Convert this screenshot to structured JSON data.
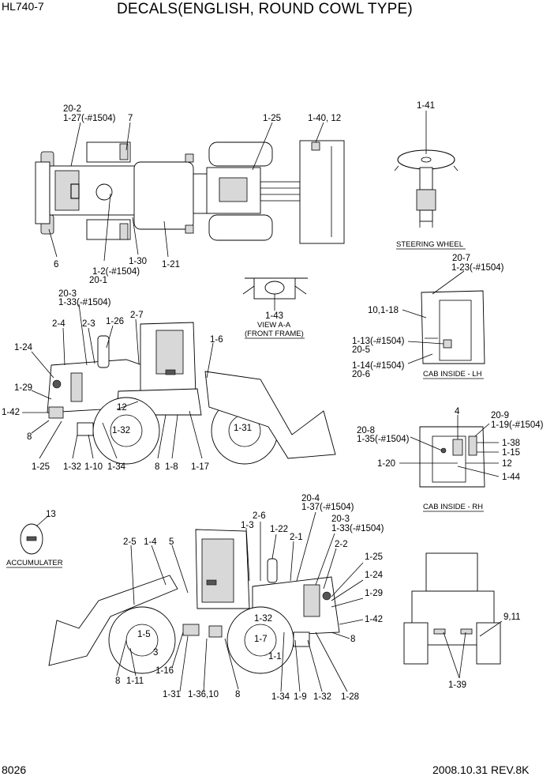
{
  "header": {
    "model": "HL740-7",
    "title": "DECALS(ENGLISH, ROUND COWL TYPE)"
  },
  "footer": {
    "page_number": "8026",
    "date_rev": "2008.10.31  REV.8K"
  },
  "captions": {
    "steering_wheel": "STEERING WHEEL",
    "view_aa_1": "VIEW A-A",
    "view_aa_2": "(FRONT FRAME)",
    "cab_lh": "CAB INSIDE - LH",
    "cab_rh": "CAB INSIDE - RH",
    "accumulater": "ACCUMULATER"
  },
  "callouts": {
    "top": [
      "20-2",
      "1-27(-#1504)",
      "7",
      "1-25",
      "1-40, 12",
      "6",
      "1-2(-#1504)",
      "20-1",
      "1-30",
      "1-21",
      "1-41"
    ],
    "view": [
      "1-43"
    ],
    "lh_side": [
      "20-3",
      "1-33(-#1504)",
      "2-4",
      "2-3",
      "1-26",
      "2-7",
      "1-6",
      "1-24",
      "1-29",
      "1-42",
      "12",
      "8",
      "1-32",
      "1-31",
      "1-25",
      "1-32",
      "1-10",
      "1-34",
      "8",
      "1-8",
      "1-17"
    ],
    "cab_lh": [
      "20-7",
      "1-23(-#1504)",
      "10,1-18",
      "1-13(-#1504)",
      "20-5",
      "1-14(-#1504)",
      "20-6"
    ],
    "cab_rh": [
      "4",
      "20-9",
      "1-19(-#1504)",
      "20-8",
      "1-35(-#1504)",
      "1-38",
      "1-15",
      "1-20",
      "12",
      "1-44"
    ],
    "accumulator": [
      "13"
    ],
    "rh_side": [
      "20-4",
      "1-37(-#1504)",
      "2-6",
      "1-3",
      "1-22",
      "20-3",
      "1-33(-#1504)",
      "2-5",
      "1-4",
      "5",
      "2-1",
      "2-2",
      "1-25",
      "1-24",
      "1-29",
      "1-42",
      "8",
      "1-5",
      "1-32",
      "1-7",
      "3",
      "1-16",
      "1-1",
      "8",
      "1-11",
      "1-31",
      "1-36,10",
      "8",
      "1-34",
      "1-9",
      "1-32",
      "1-28"
    ],
    "rear": [
      "9,11",
      "1-39"
    ]
  }
}
